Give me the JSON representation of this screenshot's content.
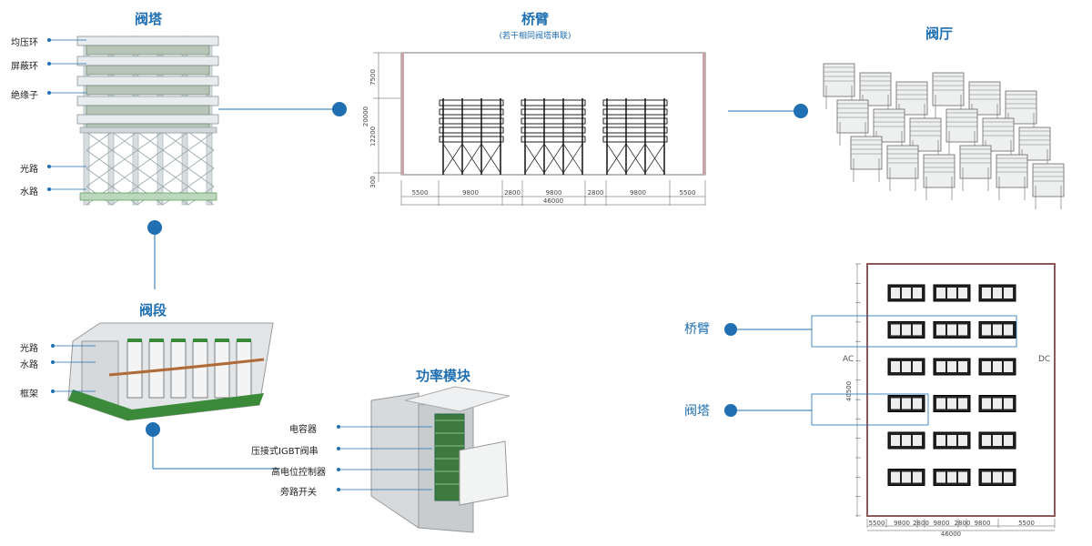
{
  "valve_tower": {
    "title": "阀塔",
    "labels": [
      "均压环",
      "屏蔽环",
      "绝缘子",
      "光路",
      "水路"
    ]
  },
  "bridge_arm": {
    "title": "桥臂",
    "subtitle": "(若干相同阀塔串联)",
    "vertical_dims": [
      "7500",
      "20000",
      "12200",
      "300"
    ],
    "horizontal_dims": [
      "5500",
      "9800",
      "2800",
      "9800",
      "2800",
      "9800",
      "5500"
    ],
    "total_width": "46000"
  },
  "valve_hall": {
    "title": "阀厅"
  },
  "valve_section": {
    "title": "阀段",
    "labels": [
      "光路",
      "水路",
      "框架"
    ]
  },
  "power_module": {
    "title": "功率模块",
    "labels": [
      "电容器",
      "压接式IGBT阀串",
      "高电位控制器",
      "旁路开关"
    ]
  },
  "plan_view": {
    "labels": {
      "bridge_arm": "桥臂",
      "valve_tower": "阀塔",
      "ac": "AC",
      "dc": "DC"
    },
    "bottom_dims": [
      "5500",
      "9800",
      "2800",
      "9800",
      "2800",
      "9800",
      "5500"
    ],
    "total_width": "46000",
    "total_height": "40500"
  },
  "colors": {
    "accent": "#1f6fb2",
    "frame": "#8a5a5a",
    "green": "#3a8a3a"
  }
}
